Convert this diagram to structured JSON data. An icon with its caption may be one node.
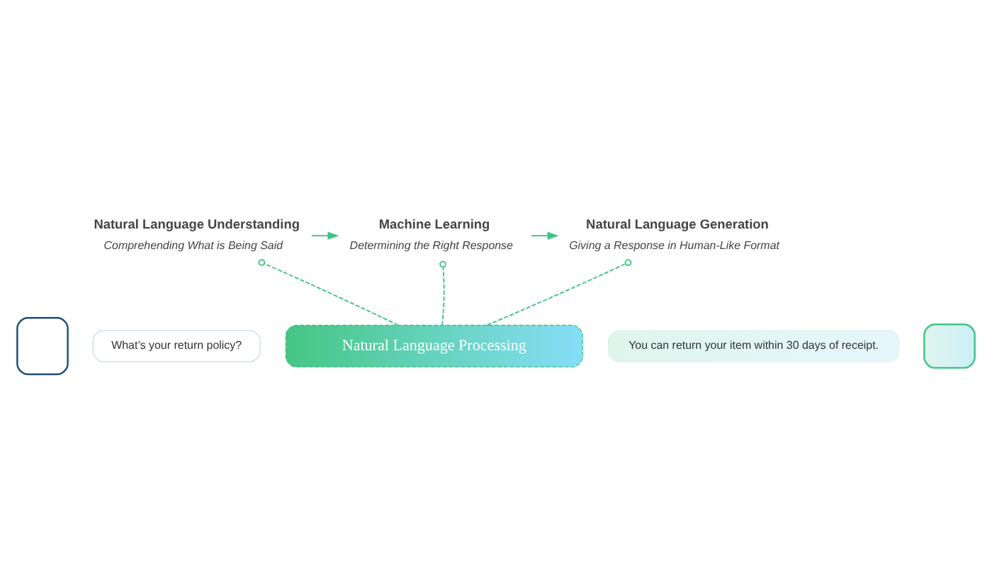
{
  "diagram": {
    "nodes": [
      {
        "text": [
          "Natural Language Understanding",
          "Comprehending What is Being Said"
        ]
      },
      {
        "text": [
          "Machine Learning",
          "Determining the Right Response"
        ]
      },
      {
        "text": [
          "Natural Language Generation",
          "Giving a Response in Human-Like Format"
        ]
      },
      {
        "text": [],
        "shape": "person"
      },
      {
        "text": [
          "What’s your return policy?"
        ]
      },
      {
        "text": [
          "You can return your item within 30 days of receipt."
        ]
      },
      {
        "text": [],
        "shape": "robot"
      },
      {
        "text": [
          "Natural Language Processing"
        ]
      }
    ],
    "edges": [
      {
        "from": 0,
        "to": 1,
        "arrow": "to"
      },
      {
        "from": 1,
        "to": 2,
        "arrow": "to"
      },
      {
        "from": 7,
        "to": 0,
        "arrow": "other",
        "style": "dashed"
      },
      {
        "from": 7,
        "to": 1,
        "arrow": "other",
        "style": "dashed"
      },
      {
        "from": 7,
        "to": 2,
        "arrow": "other",
        "style": "dashed"
      }
    ]
  }
}
